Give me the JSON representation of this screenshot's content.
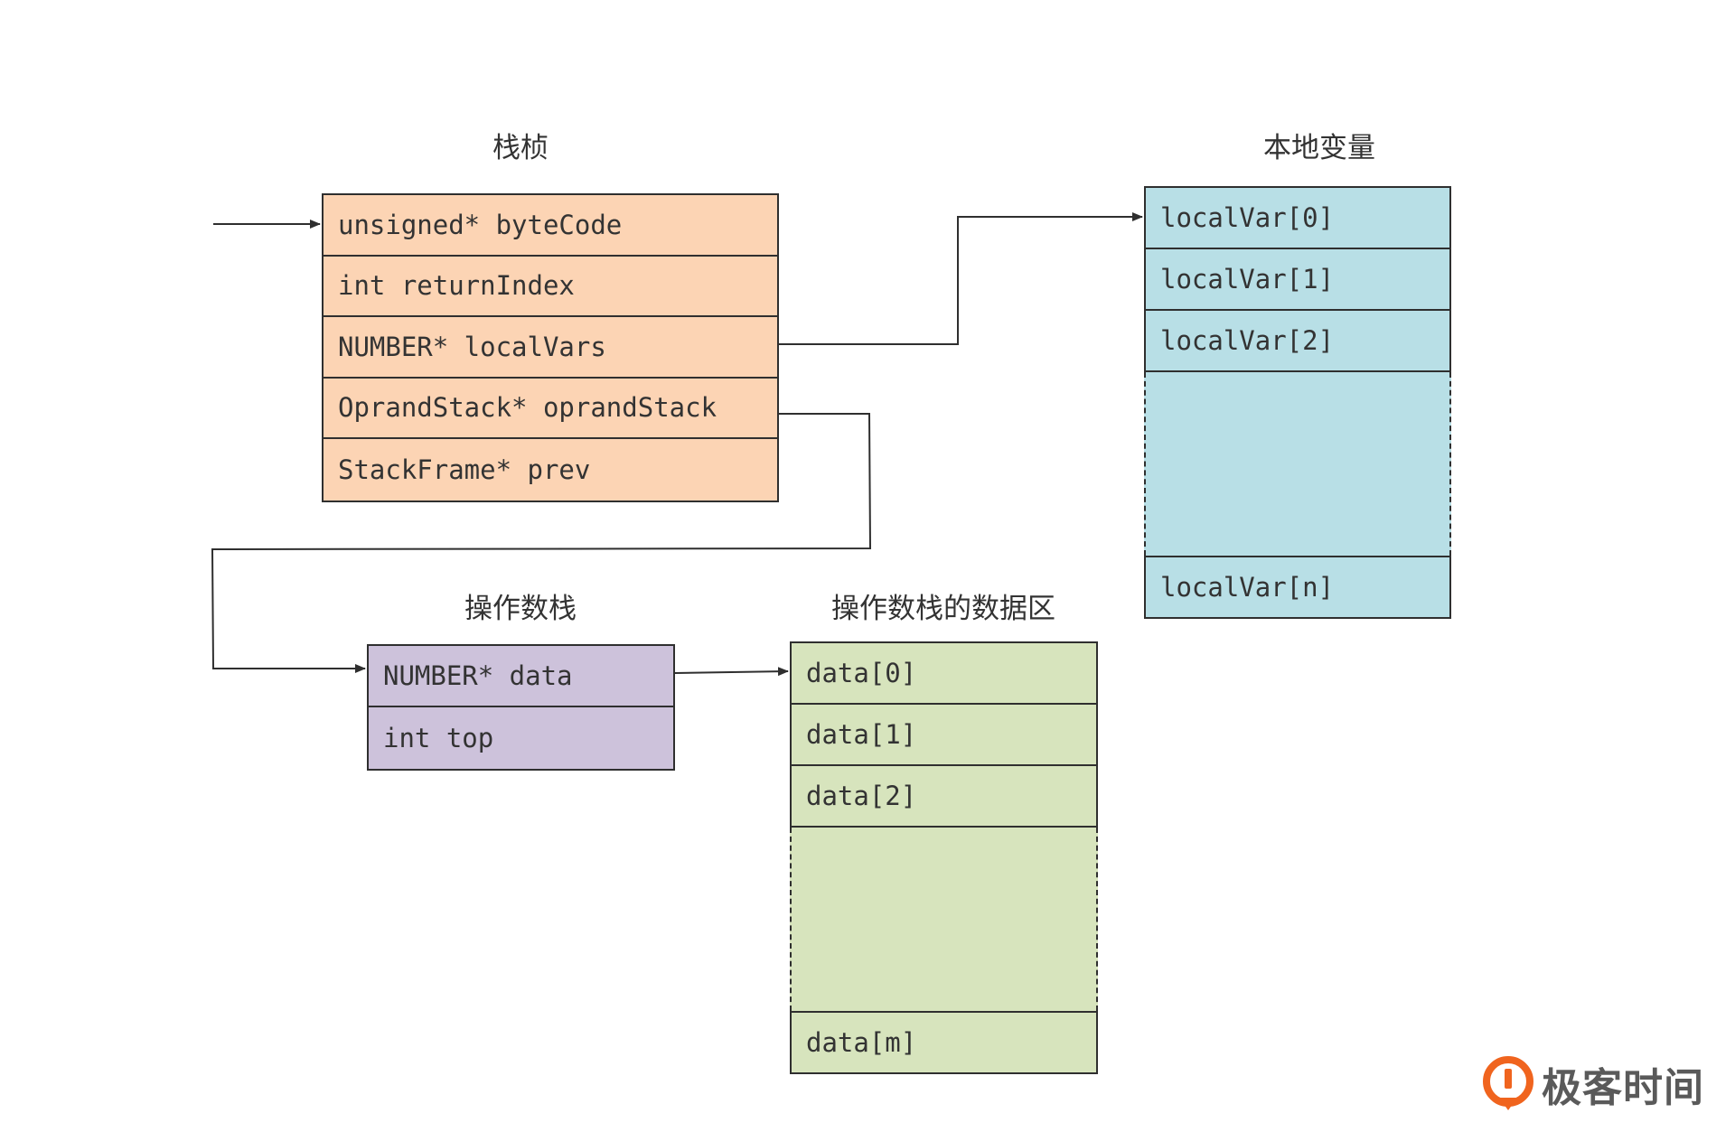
{
  "stack_frame": {
    "title": "栈桢",
    "fields": [
      "unsigned* byteCode",
      "int returnIndex",
      "NUMBER* localVars",
      "OprandStack* oprandStack",
      "StackFrame* prev"
    ]
  },
  "local_vars": {
    "title": "本地变量",
    "slots": [
      "localVar[0]",
      "localVar[1]",
      "localVar[2]"
    ],
    "last_slot": "localVar[n]"
  },
  "oprand_stack": {
    "title": "操作数栈",
    "fields": [
      "NUMBER* data",
      "int top"
    ]
  },
  "oprand_data": {
    "title": "操作数栈的数据区",
    "slots": [
      "data[0]",
      "data[1]",
      "data[2]"
    ],
    "last_slot": "data[m]"
  },
  "logo": {
    "text": "极客时间"
  },
  "colors": {
    "stack_frame": "#fcd4b4",
    "local_vars": "#b8dfe6",
    "oprand_stack": "#cdc2db",
    "oprand_data": "#d7e4bd",
    "logo_accent": "#f0641e"
  }
}
